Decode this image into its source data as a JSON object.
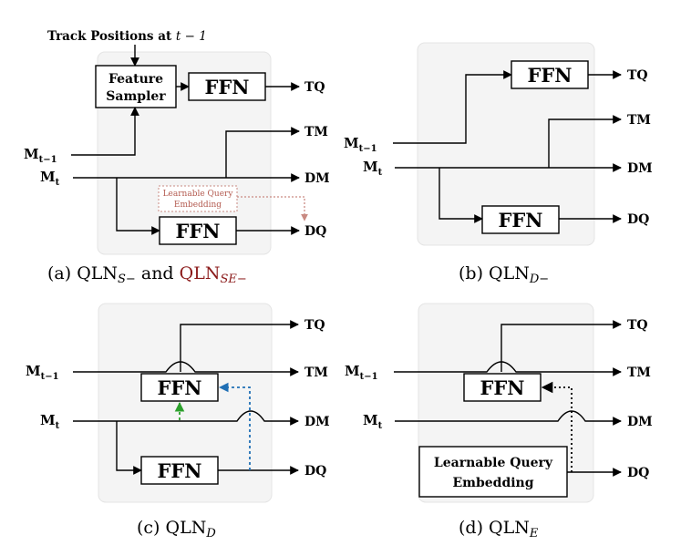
{
  "colors": {
    "panel_bg": "#f4f4f4",
    "dark_red": "#8b1a1a",
    "faded_red": "#c98a82",
    "dotted_blue": "#1f6fb5",
    "dotted_green": "#2ca02c"
  },
  "common": {
    "ffn": "FFN",
    "m_main": "M",
    "m_prev_sub": "t−1",
    "m_cur_sub": "t",
    "tq": "TQ",
    "tm": "TM",
    "dm": "DM",
    "dq": "DQ"
  },
  "panel_a": {
    "track_label": "Track Positions at ",
    "track_label_math": "t − 1",
    "sampler_line1": "Feature",
    "sampler_line2": "Sampler",
    "lqe_line1": "Learnable Query",
    "lqe_line2": "Embedding",
    "caption_prefix": "(a) QLN",
    "caption_sub1": "S−",
    "caption_mid": " and ",
    "caption_red": "QLN",
    "caption_sub2": "SE−"
  },
  "panel_b": {
    "caption_prefix": "(b) QLN",
    "caption_sub": "D−"
  },
  "panel_c": {
    "caption_prefix": "(c) QLN",
    "caption_sub": "D"
  },
  "panel_d": {
    "lqe_line1": "Learnable Query",
    "lqe_line2": "Embedding",
    "caption_prefix": "(d) QLN",
    "caption_sub": "E"
  }
}
